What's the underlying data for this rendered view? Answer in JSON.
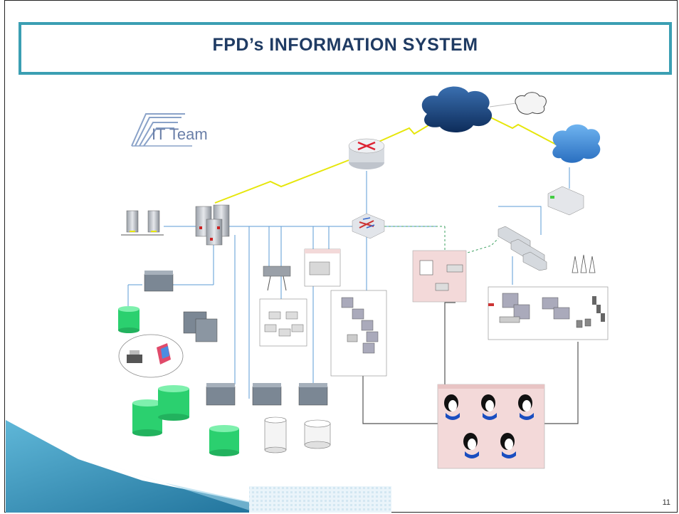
{
  "slide": {
    "title": "FPD’s INFORMATION SYSTEM",
    "number": "11"
  },
  "logo": {
    "text": "IT Team"
  },
  "colors": {
    "title_border": "#3b9fb3",
    "title_text": "#1f3b63",
    "wan_link": "#e6e60a",
    "lan_link": "#5b9bd5",
    "cloud": "#1a4a8a",
    "database": "#27c46a",
    "pink_zone": "#f3d9d9"
  },
  "icons": {
    "logo": "it-team-logo-icon",
    "router": "router-icon",
    "switch": "switch-icon",
    "cloud": "cloud-icon",
    "server": "server-icon",
    "database": "database-icon",
    "printer": "printer-icon",
    "workstation": "workstation-icon",
    "user": "user-icon",
    "antenna": "antenna-icon",
    "modem": "modem-icon"
  }
}
